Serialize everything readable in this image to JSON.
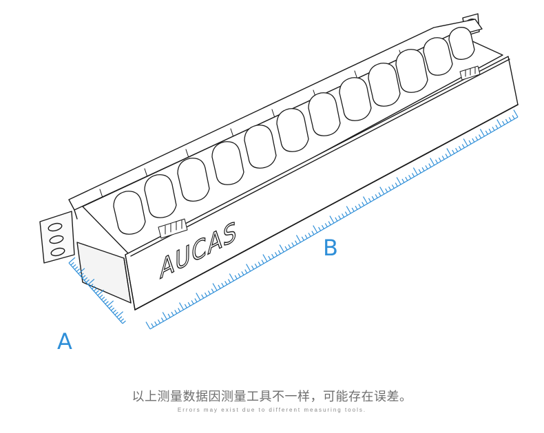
{
  "product": {
    "brand_text": "AUCAS",
    "slot_count": 12
  },
  "dimensions": {
    "label_a": "A",
    "label_b": "B",
    "ruler_color": "#2f8fd8"
  },
  "caption": {
    "chinese": "以上测量数据因测量工具不一样，可能存在误差。",
    "english": "Errors may exist due to different measuring tools."
  }
}
